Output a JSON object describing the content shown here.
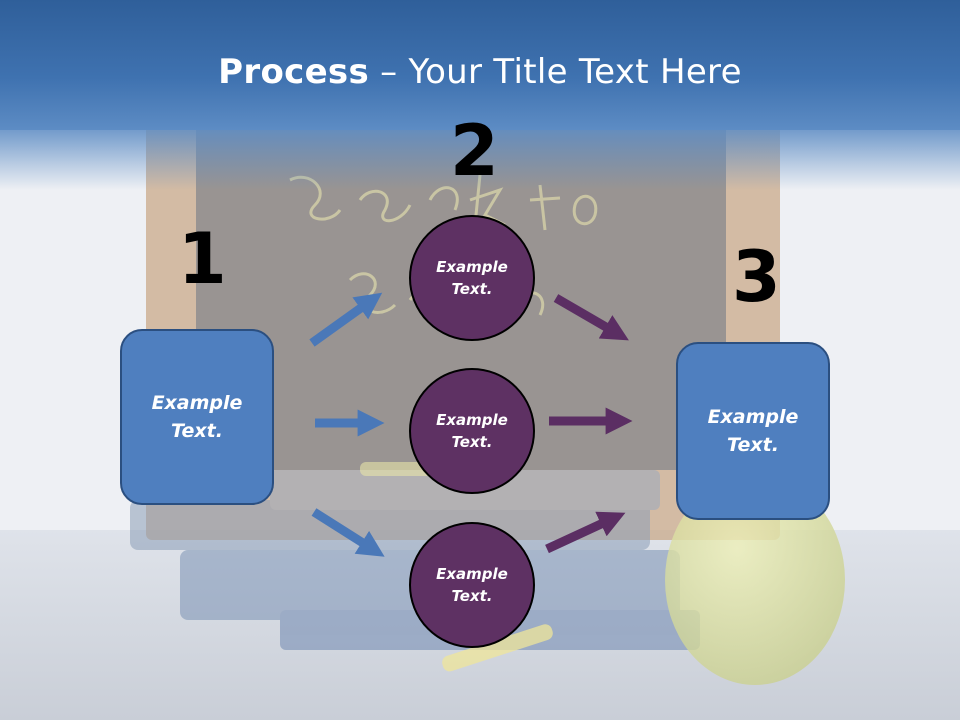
{
  "title": {
    "bold": "Process",
    "rest": " – Your Title Text Here"
  },
  "steps": [
    {
      "number": "1",
      "label_line1": "Example",
      "label_line2": "Text."
    },
    {
      "number": "2"
    },
    {
      "number": "3",
      "label_line1": "Example",
      "label_line2": "Text."
    }
  ],
  "circles": [
    {
      "label_line1": "Example",
      "label_line2": "Text."
    },
    {
      "label_line1": "Example",
      "label_line2": "Text."
    },
    {
      "label_line1": "Example",
      "label_line2": "Text."
    }
  ],
  "colors": {
    "header": "#3f72b0",
    "box_fill": "#4f7fbf",
    "circle_fill": "#5e3163",
    "blue_arrow": "#4a78b8",
    "purple_arrow": "#5b2e63"
  }
}
